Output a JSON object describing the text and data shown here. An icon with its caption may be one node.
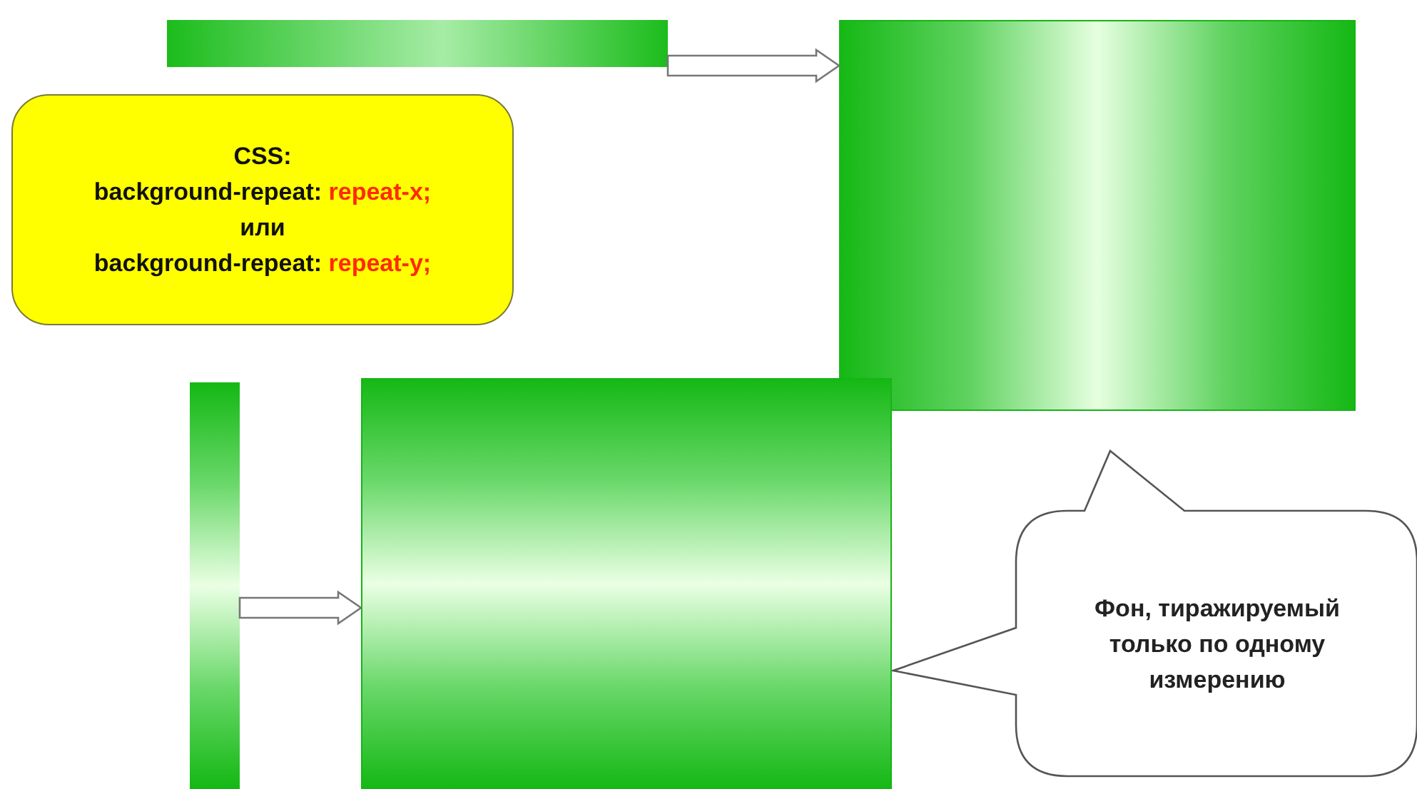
{
  "diagram": {
    "nodes": [
      {
        "text": [],
        "shape": "bar"
      },
      {
        "text": [],
        "shape": "box"
      },
      {
        "text": [
          "CSS:",
          "background-repeat: *repeat-x;*",
          "или",
          "background-repeat: *repeat-y;*"
        ]
      },
      {
        "text": [],
        "shape": "bar"
      },
      {
        "text": [],
        "shape": "box"
      },
      {
        "text": [
          "Фон, тиражируемый только по одному измерению"
        ]
      }
    ],
    "edges": [
      {
        "from": 0,
        "to": 1,
        "arrow": "to"
      },
      {
        "from": 3,
        "to": 4,
        "arrow": "to"
      }
    ]
  }
}
